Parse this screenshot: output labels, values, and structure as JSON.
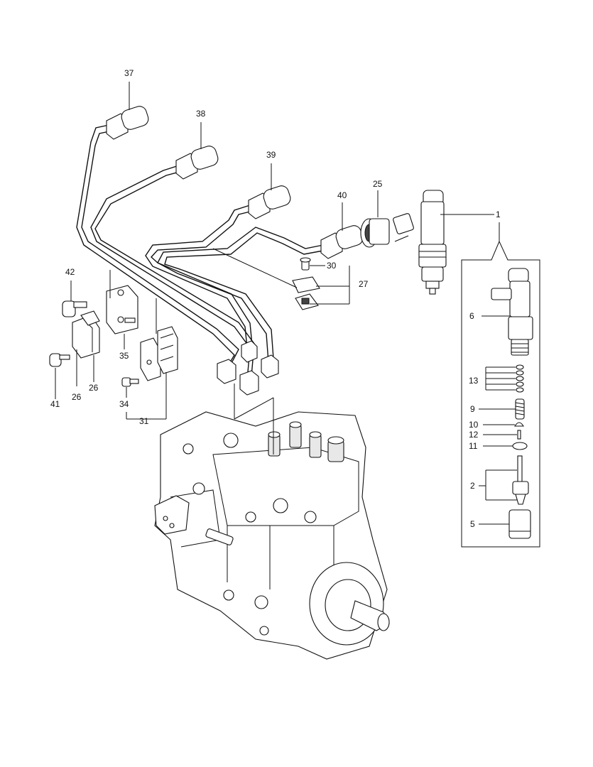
{
  "diagram": {
    "callouts": [
      {
        "id": "c37",
        "label": "37"
      },
      {
        "id": "c38",
        "label": "38"
      },
      {
        "id": "c39",
        "label": "39"
      },
      {
        "id": "c40",
        "label": "40"
      },
      {
        "id": "c25",
        "label": "25"
      },
      {
        "id": "c1",
        "label": "1"
      },
      {
        "id": "c30",
        "label": "30"
      },
      {
        "id": "c27",
        "label": "27"
      },
      {
        "id": "c42",
        "label": "42"
      },
      {
        "id": "c41",
        "label": "41"
      },
      {
        "id": "c26a",
        "label": "26"
      },
      {
        "id": "c26b",
        "label": "26"
      },
      {
        "id": "c35",
        "label": "35"
      },
      {
        "id": "c34",
        "label": "34"
      },
      {
        "id": "c31",
        "label": "31"
      },
      {
        "id": "c6",
        "label": "6"
      },
      {
        "id": "c13",
        "label": "13"
      },
      {
        "id": "c9",
        "label": "9"
      },
      {
        "id": "c10",
        "label": "10"
      },
      {
        "id": "c12",
        "label": "12"
      },
      {
        "id": "c11",
        "label": "11"
      },
      {
        "id": "c2",
        "label": "2"
      },
      {
        "id": "c5",
        "label": "5"
      }
    ]
  }
}
